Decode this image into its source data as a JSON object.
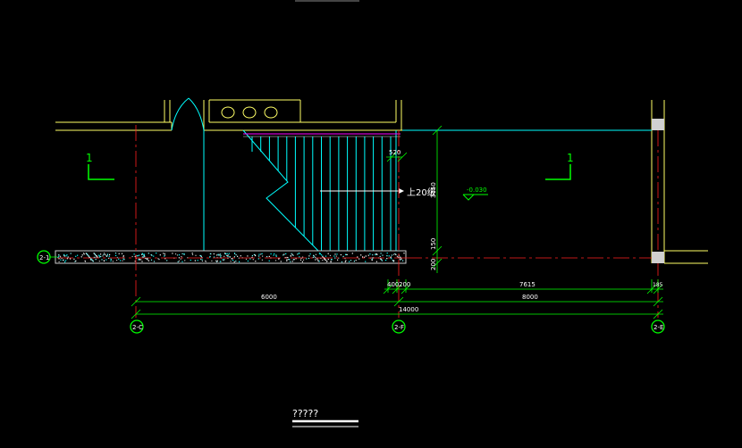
{
  "drawing": {
    "title": "?????",
    "section_mark_left": "1",
    "section_mark_right": "1",
    "grid_axis_left": "2-1",
    "grid_bottom_a": "2-C",
    "grid_bottom_b": "2-F",
    "grid_bottom_c": "2-E",
    "stair_label": "上20级",
    "elevation": "-0.030",
    "dims": {
      "d_520": "520",
      "d_3750": "3750",
      "d_150": "150",
      "d_200": "200",
      "d_400": "400",
      "d_200b": "200",
      "d_7615": "7615",
      "d_185": "185",
      "d_6000a": "6000",
      "d_8000": "8000",
      "d_14000": "14000"
    }
  },
  "colors": {
    "background": "#000000",
    "wall": "#ffff66",
    "stair": "#00ffff",
    "axis": "#ff2020",
    "dimension": "#00ff00",
    "dim_text": "#ffffff",
    "magenta": "#ff00ff",
    "gray": "#c8c8c8"
  }
}
